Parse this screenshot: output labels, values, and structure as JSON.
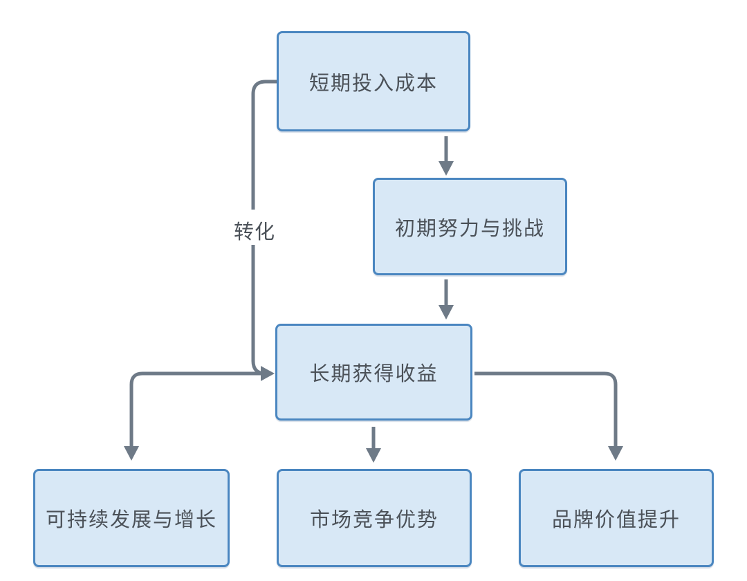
{
  "diagram": {
    "type": "flowchart",
    "colors": {
      "background": "#ffffff",
      "node_fill": "#d8e8f6",
      "node_border": "#4a86c0",
      "arrow": "#6e7a87",
      "text": "#4b5158"
    },
    "nodes": [
      {
        "id": "short-term-cost",
        "label": "短期投入成本"
      },
      {
        "id": "initial-effort",
        "label": "初期努力与挑战"
      },
      {
        "id": "long-term-gain",
        "label": "长期获得收益"
      },
      {
        "id": "sustainable-growth",
        "label": "可持续发展与增长"
      },
      {
        "id": "market-advantage",
        "label": "市场竞争优势"
      },
      {
        "id": "brand-value",
        "label": "品牌价值提升"
      }
    ],
    "edges": [
      {
        "from": "短期投入成本",
        "to": "初期努力与挑战",
        "label": ""
      },
      {
        "from": "初期努力与挑战",
        "to": "长期获得收益",
        "label": ""
      },
      {
        "from": "短期投入成本",
        "to": "长期获得收益",
        "label": "转化"
      },
      {
        "from": "长期获得收益",
        "to": "可持续发展与增长",
        "label": ""
      },
      {
        "from": "长期获得收益",
        "to": "市场竞争优势",
        "label": ""
      },
      {
        "from": "长期获得收益",
        "to": "品牌价值提升",
        "label": ""
      }
    ],
    "edge_label_transform": "转化"
  }
}
